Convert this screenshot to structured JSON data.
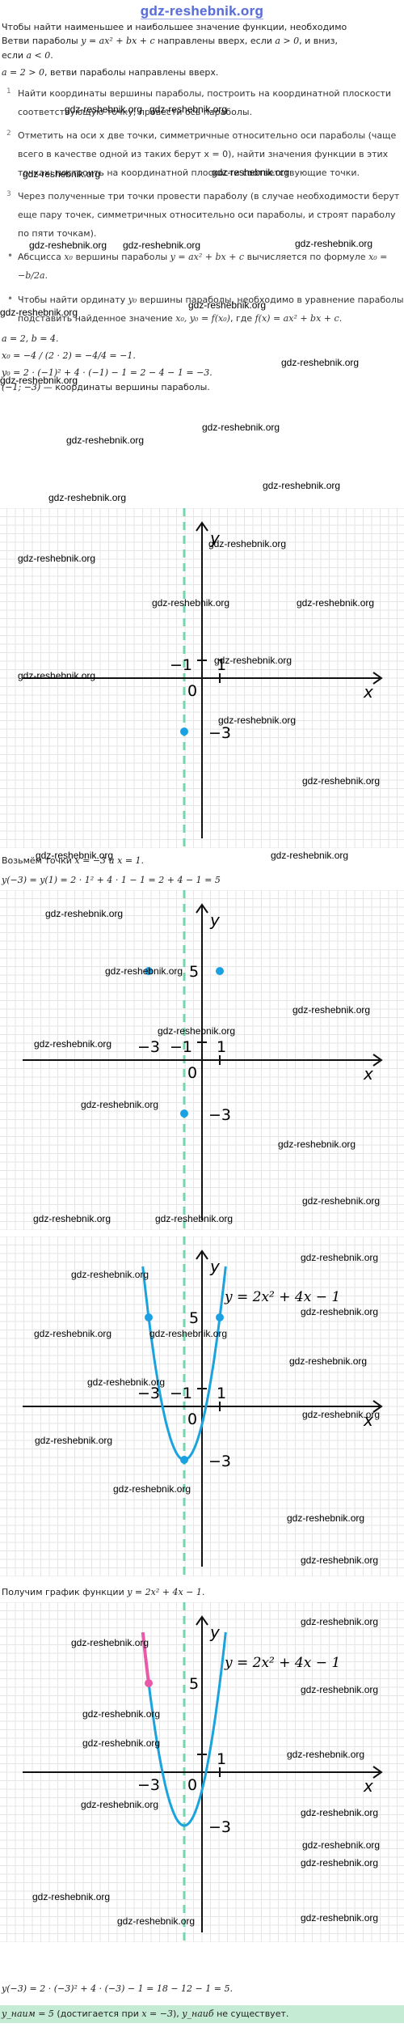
{
  "logo": "gdz-reshebnik.org",
  "intro": "Чтобы найти наименьшее и наибольшее значение функции, необходимо",
  "branches_line1_a": "Ветви параболы ",
  "branches_line1_formula": "y = ax² + bx + c",
  "branches_line1_b": " направлены вверх, если ",
  "branches_line1_cond1": "a > 0",
  "branches_line1_c": ", и вниз,",
  "branches_line2_a": "если ",
  "branches_line2_cond": "a < 0",
  "branches_line2_b": ".",
  "a_line_formula": "a = 2 > 0",
  "a_line_text": ", ветви параболы направлены вверх.",
  "steps": [
    {
      "num": "1",
      "text": "Найти координаты вершины параболы, построить на координатной плоскости соответствующую точку, провести ось параболы."
    },
    {
      "num": "2",
      "text": "Отметить на оси x две точки, симметричные относительно оси параболы (чаще всего в качестве одной из таких берут x = 0), найти значения функции в этих точках; построить на координатной плоскости соответствующие точки."
    },
    {
      "num": "3",
      "text": "Через полученные три точки провести параболу (в случае необходимости берут еще пару точек, симметричных относительно оси параболы, и строят параболу по пяти точкам)."
    }
  ],
  "bullets": [
    {
      "num": "•",
      "text_a": "Абсцисса ",
      "formula_a": "x₀",
      "text_b": " вершины параболы ",
      "formula_b": "y = ax² + bx + c",
      "text_c": " вычисляется по формуле ",
      "formula_c": "x₀ = −b/2a",
      "text_d": "."
    },
    {
      "num": "•",
      "text_a": "Чтобы найти ординату ",
      "formula_a": "y₀",
      "text_b": " вершины параболы, необходимо в уравнение параболы подставить найденное значение ",
      "formula_b": "x₀, y₀ = f(x₀)",
      "text_c": ", где ",
      "formula_c": "f(x) = ax² + bx + c",
      "text_d": "."
    }
  ],
  "calc": {
    "ab": "a = 2, b = 4.",
    "x0": "x₀ = −4 / (2 · 2) = −4/4 = −1.",
    "y0": "y₀ = 2 · (−1)² + 4 · (−1) − 1 = 2 − 4 − 1 = −3.",
    "vertex_formula": "(−1; −3)",
    "vertex_text": " — координаты вершины параболы."
  },
  "take_points_text": "Возьмём точки ",
  "take_points_formula": "x = −3 и x = 1.",
  "y_calc": "y(−3) = y(1) = 2 · 1² + 4 · 1 − 1 = 2 + 4 − 1 = 5",
  "got_graph_text": "Получим график функции ",
  "got_graph_formula": "y = 2x² + 4x − 1.",
  "final_calc": "y(−3) = 2 · (−3)² + 4 · (−3) − 1 = 18 − 12 − 1 = 5.",
  "answer": {
    "max_formula": "y_наим = 5",
    "max_text": " (достигается при ",
    "max_cond": "x = −3",
    "max_text2": "), ",
    "min_formula": "y_наиб",
    "min_text": " не существует."
  },
  "graph_labels": {
    "axis_x": "x",
    "axis_y": "y",
    "origin": "0",
    "tick_1": "1",
    "tick_minus1": "−1",
    "tick_minus3": "−3",
    "tick_5": "5",
    "tick_neg3_y": "−3",
    "curve_label": "y = 2x² + 4x − 1"
  },
  "watermark": "gdz-reshebnik.org",
  "colors": {
    "axis_dash": "#73d6ae",
    "point": "#1ba1e2",
    "parabola": "#1aa3dc",
    "highlight": "#e85aa8",
    "grid": "#e5e5e5",
    "answer_bg": "#c6ebd4"
  }
}
